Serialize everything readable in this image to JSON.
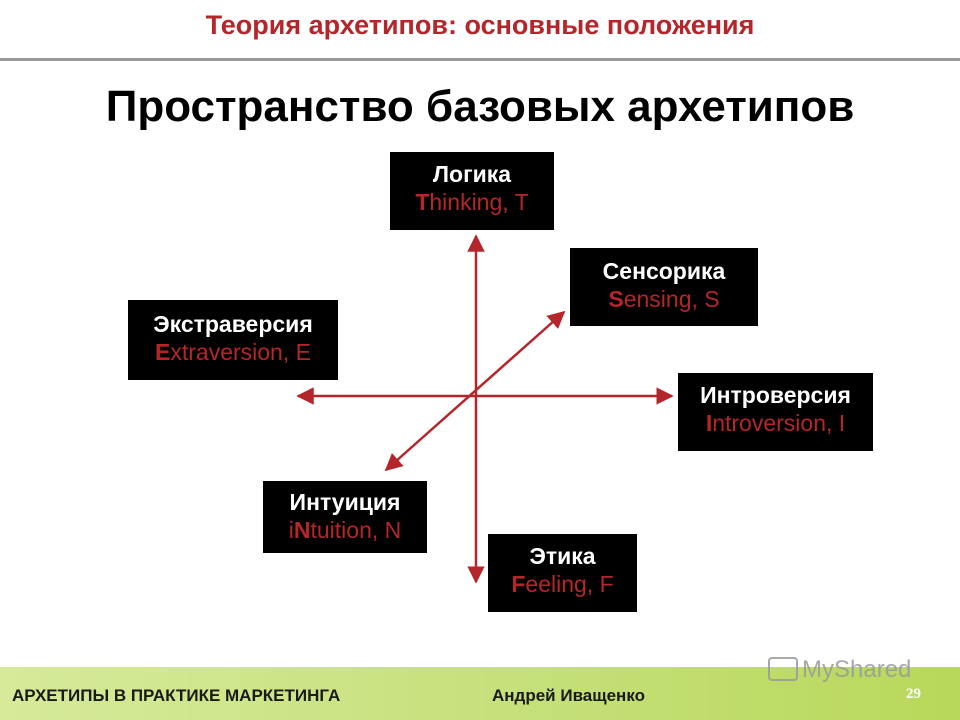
{
  "header": {
    "title": "Теория архетипов: основные положения"
  },
  "slide": {
    "title": "Пространство базовых архетипов"
  },
  "archetypes": {
    "logic": {
      "ru": "Логика",
      "en_initial": "T",
      "en_rest": "hinking, T"
    },
    "sensing": {
      "ru": "Сенсорика",
      "en_initial": "S",
      "en_rest": "ensing, S"
    },
    "extraversion": {
      "ru": "Экстраверсия",
      "en_initial": "E",
      "en_rest": "xtraversion, E"
    },
    "introversion": {
      "ru": "Интроверсия",
      "en_initial": "I",
      "en_rest": "ntroversion, I"
    },
    "intuition": {
      "ru": "Интуиция",
      "en_pre": "i",
      "en_initial": "N",
      "en_rest": "tuition, N"
    },
    "feeling": {
      "ru": "Этика",
      "en_initial": "F",
      "en_rest": "eeling, F"
    }
  },
  "colors": {
    "accent": "#b5262b",
    "box_bg": "#000000",
    "footer": "#c5e07a"
  },
  "footer": {
    "course": "АРХЕТИПЫ В ПРАКТИКЕ МАРКЕТИНГА",
    "author": "Андрей Иващенко",
    "watermark": "MyShared",
    "page": "29"
  }
}
